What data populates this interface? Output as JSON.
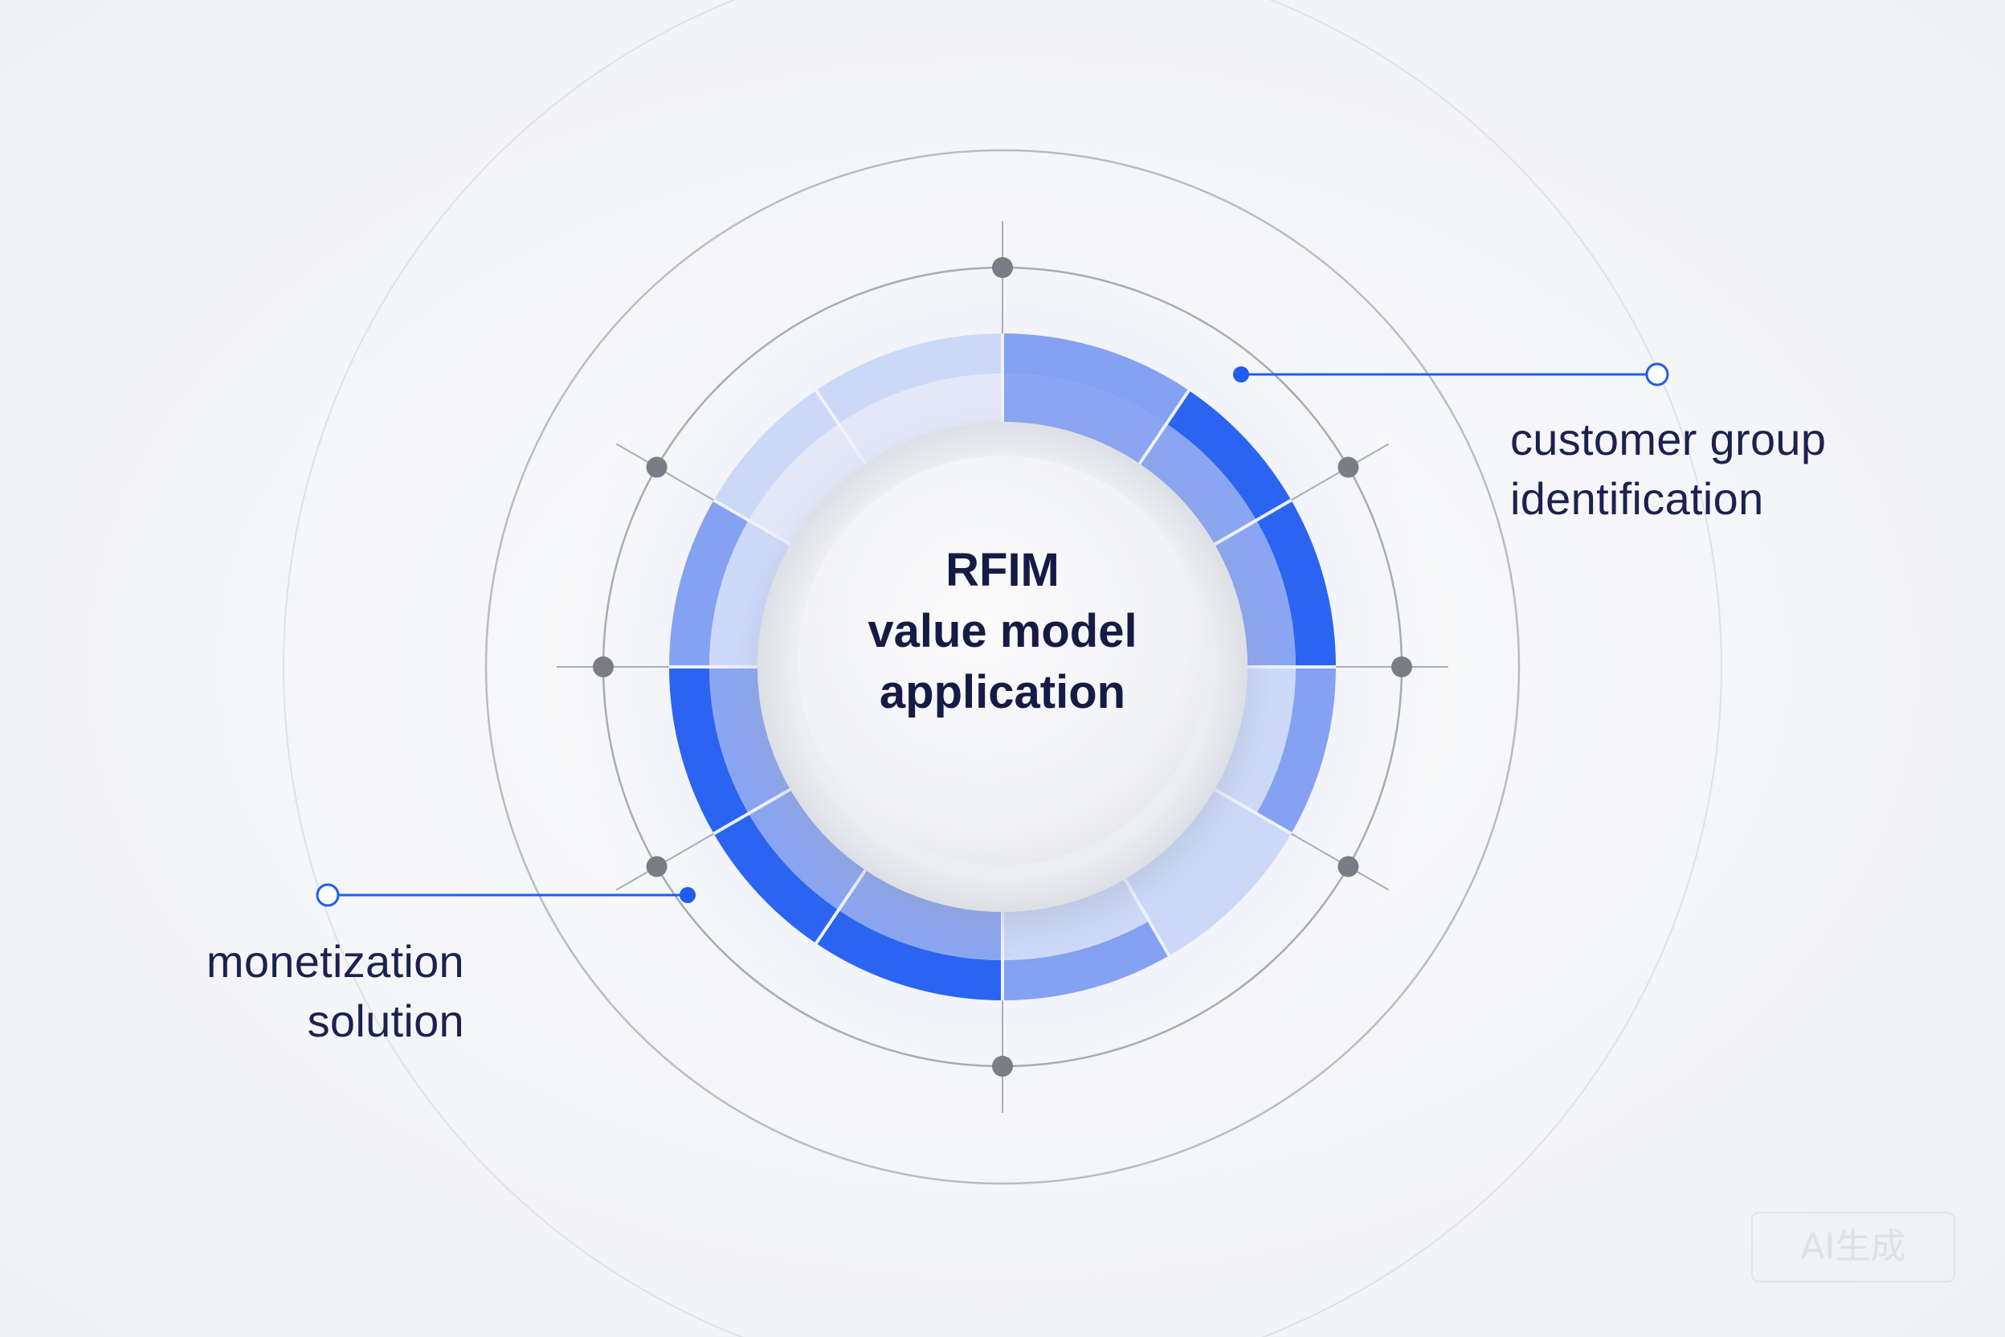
{
  "diagram": {
    "center": {
      "lines": [
        "RFIM",
        "value model",
        "application"
      ]
    },
    "callouts": [
      {
        "id": "customer-group",
        "lines": [
          "customer group",
          "identification"
        ]
      },
      {
        "id": "monetization",
        "lines": [
          "monetization",
          "solution"
        ]
      }
    ],
    "colors": {
      "primary": "#1f5cf0",
      "secondary": "#7e9cf0",
      "light": "#c9d6f7",
      "lighter": "#e1e7f8",
      "ring_line": "#a8abb6",
      "node": "#7a7d85",
      "text": "#1b2150"
    }
  },
  "watermark": "AI生成"
}
